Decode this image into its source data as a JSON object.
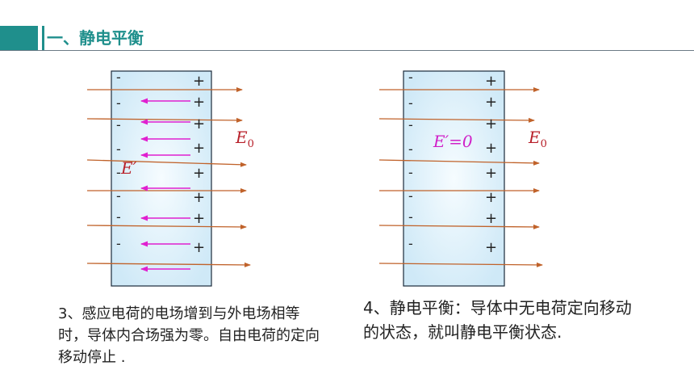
{
  "slide": {
    "title": "一、静电平衡"
  },
  "left_figure": {
    "field_label": "E",
    "field_sub": "0",
    "induced_label": "E′",
    "minus_signs": [
      "-",
      "-",
      "-",
      "-",
      "-",
      "-",
      "-",
      "-"
    ],
    "plus_signs": [
      "+",
      "+",
      "+",
      "+",
      "+",
      "+",
      "+",
      "+"
    ]
  },
  "right_figure": {
    "field_label": "E",
    "field_sub": "0",
    "induced_label": "E′=0",
    "minus_signs": [
      "-",
      "-",
      "-",
      "-",
      "-",
      "-",
      "-",
      "-"
    ],
    "plus_signs": [
      "+",
      "+",
      "+",
      "+",
      "+",
      "+",
      "+",
      "+"
    ]
  },
  "captions": {
    "step3": "3、感应电荷的电场增到与外电场相等时，导体内合场强为零。自由电荷的定向移动停止 .",
    "step4": "4、静电平衡：导体中无电荷定向移动的状态，就叫静电平衡状态."
  },
  "colors": {
    "accent": "#1f8f8c",
    "field_line": "#c0622a",
    "induced_arrow": "#e020d0",
    "label_red": "#b8202a",
    "label_magenta": "#d020c8",
    "conductor_fill": "#d6eef9",
    "conductor_border": "#1a2a3a"
  }
}
